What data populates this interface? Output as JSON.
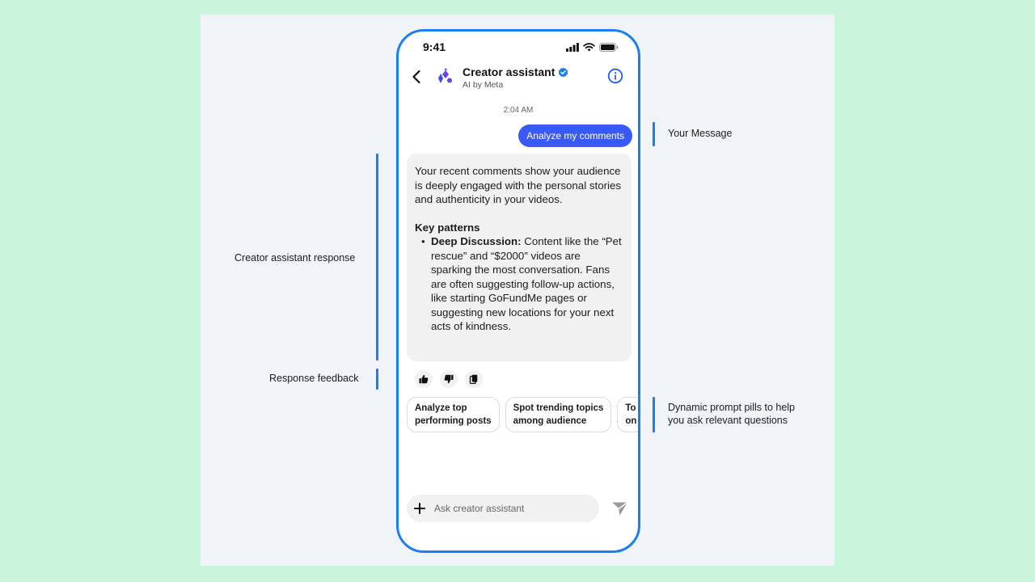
{
  "status_bar": {
    "time": "9:41"
  },
  "header": {
    "title": "Creator assistant",
    "subtitle": "AI by Meta"
  },
  "conversation": {
    "timestamp": "2:04 AM",
    "user_message": "Analyze my comments",
    "assistant": {
      "intro": "Your recent comments show your audience is deeply engaged with the personal stories and authenticity in your videos.",
      "heading": "Key patterns",
      "bullets": [
        {
          "bold": "Deep Discussion:",
          "text": " Content like the “Pet rescue” and “$2000” videos are sparking the most conversation. Fans are often suggesting follow-up actions, like starting GoFundMe pages or suggesting new locations for your next acts of kindness."
        }
      ]
    }
  },
  "prompt_pills": [
    {
      "line1": "Analyze top",
      "line2": "performing posts"
    },
    {
      "line1": "Spot trending topics",
      "line2": "among audience"
    },
    {
      "line1": "To",
      "line2": "on"
    }
  ],
  "composer": {
    "placeholder": "Ask creator assistant"
  },
  "annotations": {
    "your_message": "Your Message",
    "assistant_response": "Creator assistant response",
    "response_feedback": "Response feedback",
    "prompt_pills_line1": "Dynamic prompt pills to help",
    "prompt_pills_line2": "you ask relevant questions"
  },
  "colors": {
    "accent": "#1a7ff0",
    "user_bubble": "#3a5af5",
    "background": "#c9f5dd",
    "canvas": "#f0f3f7"
  },
  "icons": [
    "back-arrow-icon",
    "meta-ai-sparkle-icon",
    "verified-badge-icon",
    "info-icon",
    "thumbs-up-icon",
    "thumbs-down-icon",
    "copy-icon",
    "plus-icon",
    "send-icon",
    "signal-icon",
    "wifi-icon",
    "battery-icon"
  ]
}
